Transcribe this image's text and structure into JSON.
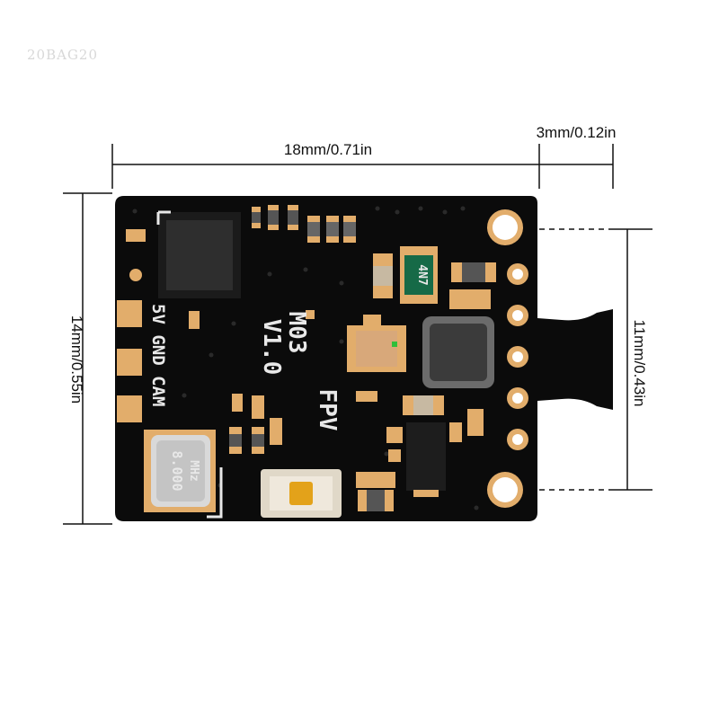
{
  "watermark": "20BAG20",
  "dimensions": {
    "width_main": "18mm/0.71in",
    "width_tab": "3mm/0.12in",
    "height_total": "14mm/0.55in",
    "height_pads": "11mm/0.43in"
  },
  "board": {
    "model": "M03",
    "version": "V1.0",
    "label": "FPV",
    "pin_labels": "5V GND CAM",
    "crystal": "8.000",
    "crystal_unit": "MHz",
    "inductor_marking": "4N7"
  },
  "colors": {
    "pcb": "#0b0b0b",
    "pad": "#e2ad6b",
    "silkscreen": "#e8e8e8",
    "dimension_lines": "#111111"
  }
}
